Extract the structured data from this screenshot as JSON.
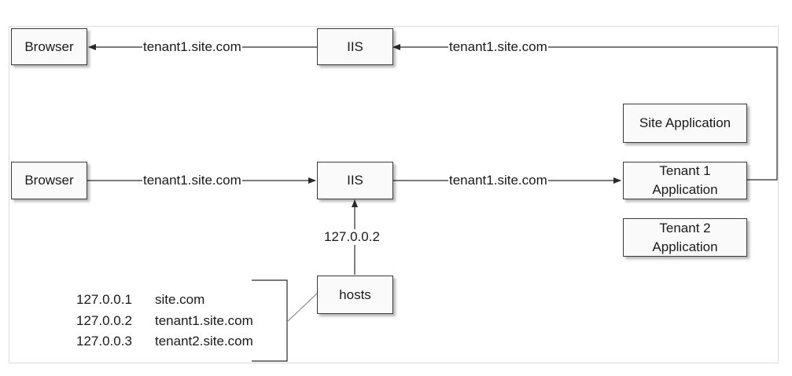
{
  "nodes": {
    "browser_top": "Browser",
    "iis_top": "IIS",
    "browser_mid": "Browser",
    "iis_mid": "IIS",
    "site_app": "Site Application",
    "tenant1_app": [
      "Tenant 1",
      "Application"
    ],
    "tenant2_app": [
      "Tenant 2",
      "Application"
    ],
    "hosts": "hosts"
  },
  "edges": {
    "iis_to_browser_top": "tenant1.site.com",
    "tenant1_to_iis_top": "tenant1.site.com",
    "browser_to_iis_mid": "tenant1.site.com",
    "iis_to_tenant1_mid": "tenant1.site.com",
    "hosts_to_iis": "127.0.0.2"
  },
  "hosts_entries": [
    {
      "ip": "127.0.0.1",
      "host": "site.com"
    },
    {
      "ip": "127.0.0.2",
      "host": "tenant1.site.com"
    },
    {
      "ip": "127.0.0.3",
      "host": "tenant2.site.com"
    }
  ]
}
